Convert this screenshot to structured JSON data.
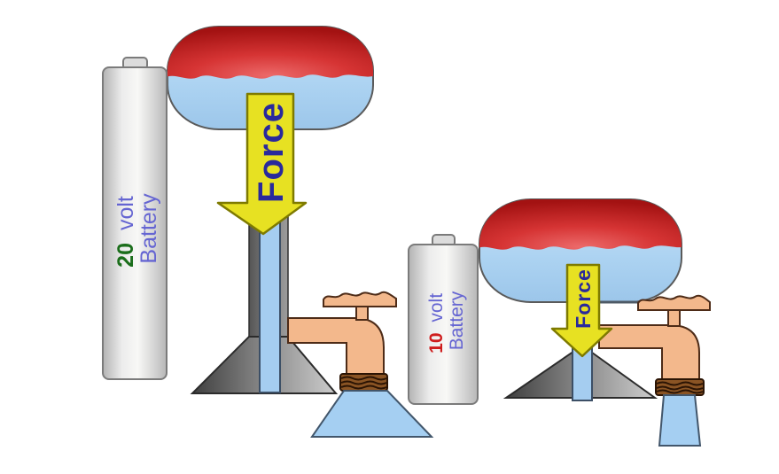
{
  "diagram": {
    "left_system": {
      "battery_voltage": "20",
      "battery_volt_word": "volt",
      "battery_word": "Battery",
      "force_label": "Force"
    },
    "right_system": {
      "battery_voltage": "10",
      "battery_volt_word": "volt",
      "battery_word": "Battery",
      "force_label": "Force"
    }
  },
  "colors": {
    "background": "#ffffff",
    "tank_cap_red": "#cf2b26",
    "tank_water_blue": "#acd3f2",
    "force_arrow_yellow": "#e7e122",
    "force_arrow_outline": "#7e7a00",
    "force_text_blue": "#29299c",
    "battery_text_violet": "#6565d2",
    "voltage_20_green": "#1b6e1b",
    "voltage_10_red": "#cf1d1d",
    "faucet_peach": "#f3b88c",
    "faucet_outline_brown": "#4d2b17",
    "pipe_water_blue": "#a5cdf0",
    "pipe_outline": "#3c4f66",
    "pedestal_gray": "#8a8a8a",
    "coil_brown": "#8a5424",
    "spray_water_blue": "#a5cff2"
  }
}
